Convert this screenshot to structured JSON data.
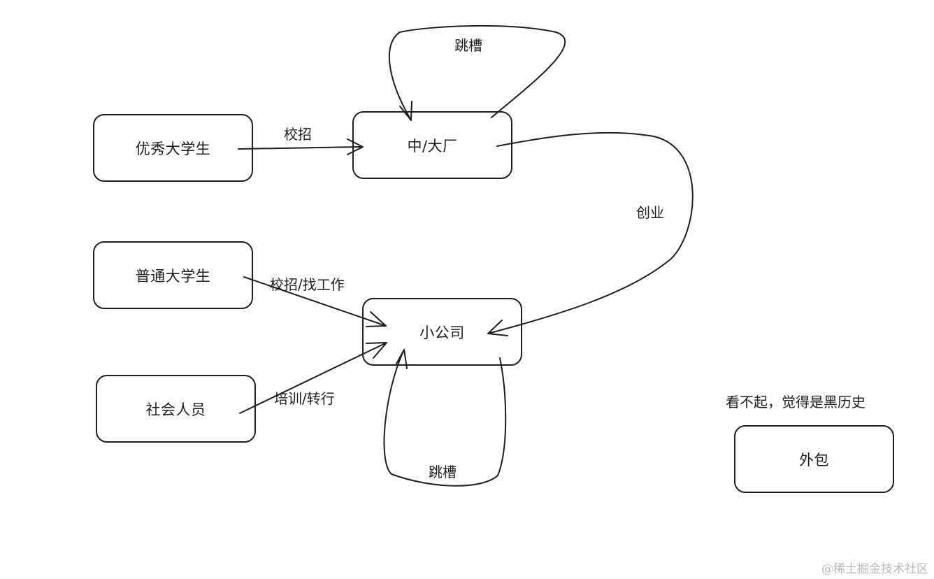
{
  "nodes": {
    "excellent_students": "优秀大学生",
    "big_company": "中/大厂",
    "normal_students": "普通大学生",
    "small_company": "小公司",
    "society_people": "社会人员",
    "outsourcing": "外包"
  },
  "edges": {
    "campus_recruit": "校招",
    "job_hop_top": "跳槽",
    "startup": "创业",
    "campus_or_job": "校招/找工作",
    "training_transfer": "培训/转行",
    "job_hop_bottom": "跳槽"
  },
  "notes": {
    "outsourcing_note": "看不起，觉得是黑历史"
  },
  "watermark": "@稀土掘金技术社区"
}
